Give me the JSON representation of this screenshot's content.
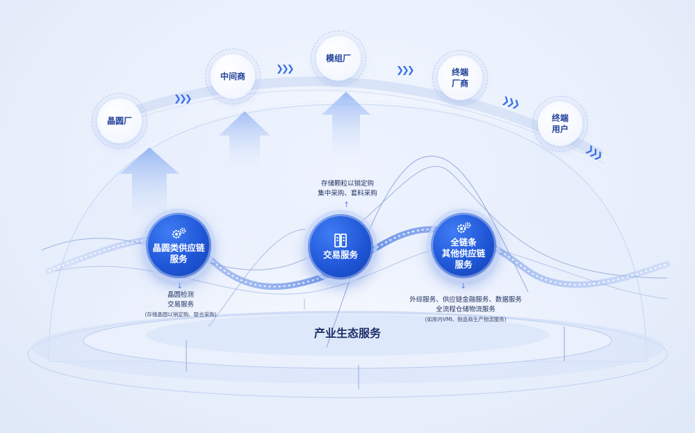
{
  "chain": {
    "nodes": [
      {
        "id": "wafer",
        "label": "晶圆厂"
      },
      {
        "id": "middleman",
        "label": "中间商"
      },
      {
        "id": "module",
        "label": "模组厂"
      },
      {
        "id": "terminal_vendor",
        "label": "终端\n厂商"
      },
      {
        "id": "terminal_user",
        "label": "终端\n用户"
      }
    ]
  },
  "services": [
    {
      "id": "wafer_supply",
      "label": "晶圆类供应链\n服务",
      "icon": "gear-icon"
    },
    {
      "id": "trading",
      "label": "交易服务",
      "icon": "server-icon"
    },
    {
      "id": "full_chain",
      "label": "全链条\n其他供应链\n服务",
      "icon": "gear-icon"
    }
  ],
  "notes": {
    "trading": {
      "line1": "存储颗粒以销定购",
      "line2": "集中采购、套料采购"
    },
    "wafer_supply": {
      "line1": "晶圆检测",
      "line2": "交易服务",
      "line3": "(存储晶圆以销定购、联合采购)"
    },
    "full_chain": {
      "line1": "外综服务、供应链金融服务、数据服务",
      "line2": "全流程仓储物流服务",
      "line3": "(如库内VMI、制造商生产物流服务)"
    }
  },
  "center_title": "产业生态服务",
  "colors": {
    "accent": "#1f56d6",
    "chain_text": "#1f3f99",
    "arrow": "#3a6fe8"
  }
}
